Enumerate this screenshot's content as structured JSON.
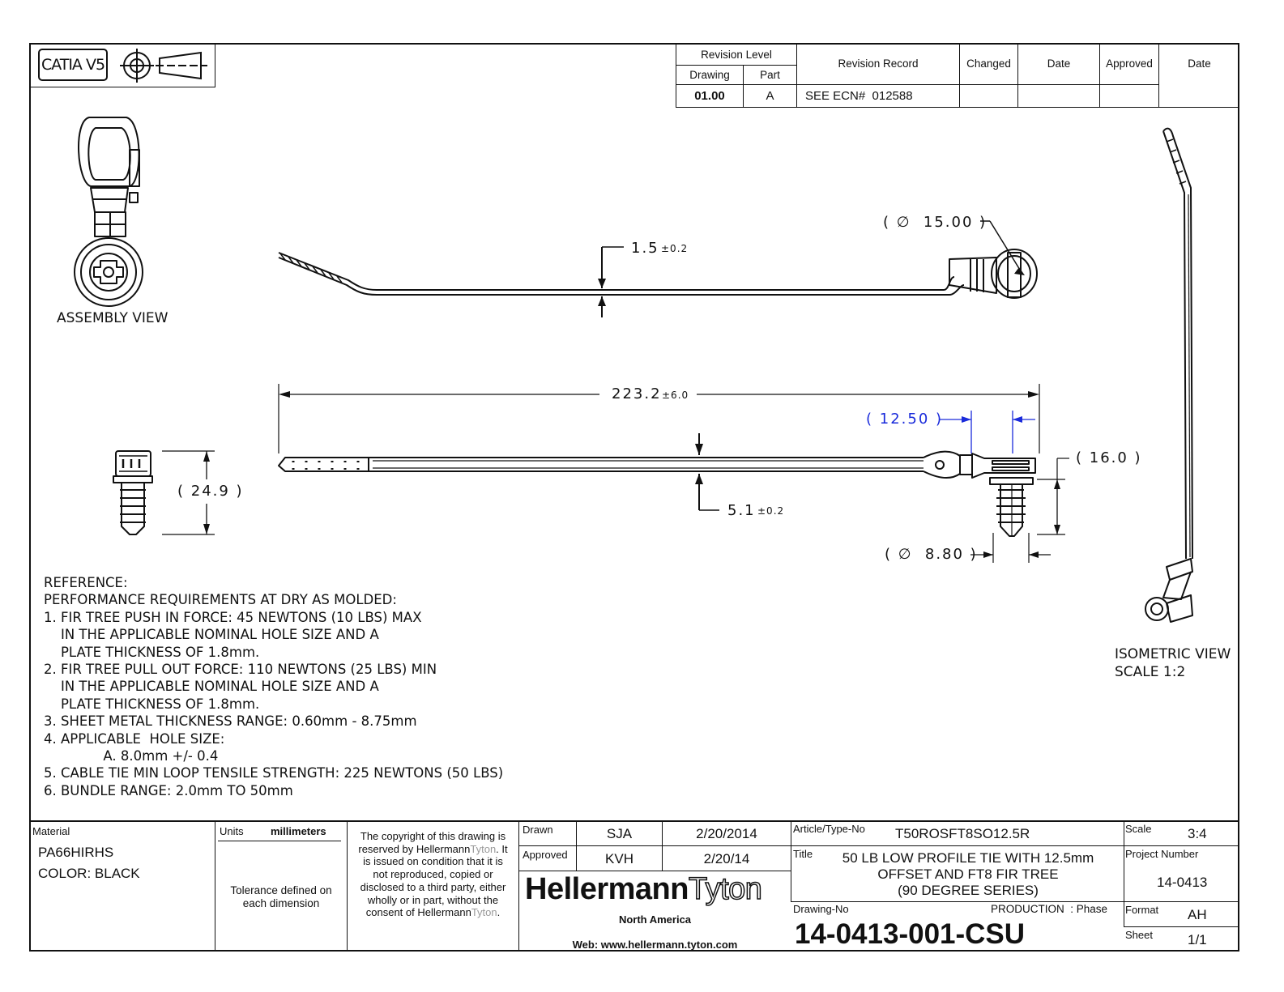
{
  "header": {
    "software": "CATIA V5"
  },
  "revision": {
    "level_label": "Revision Level",
    "drawing_label": "Drawing",
    "part_label": "Part",
    "record_label": "Revision Record",
    "changed_label": "Changed",
    "date_label": "Date",
    "approved_label": "Approved",
    "date2_label": "Date",
    "drawing_value": "01.00",
    "part_value": "A",
    "record_value": "SEE ECN#  012588"
  },
  "views": {
    "assembly": "ASSEMBLY VIEW",
    "isometric": "ISOMETRIC VIEW",
    "isometric_scale": "SCALE 1:2"
  },
  "dimensions": {
    "thickness": "1.5",
    "thickness_tol": "±0.2",
    "loop_diameter": "( ∅  15.00 )",
    "length": "223.2",
    "length_tol": "±6.0",
    "offset": "( 12.50 )",
    "height_right": "( 16.0 )",
    "width": "5.1",
    "width_tol": "±0.2",
    "fir_diameter": "( ∅  8.80 )",
    "fir_height": "( 24.9 )"
  },
  "notes": [
    "REFERENCE:",
    "PERFORMANCE REQUIREMENTS AT DRY AS MOLDED:",
    "1. FIR TREE PUSH IN FORCE: 45 NEWTONS (10 LBS) MAX",
    "    IN THE APPLICABLE NOMINAL HOLE SIZE AND A",
    "    PLATE THICKNESS OF 1.8mm.",
    "2. FIR TREE PULL OUT FORCE: 110 NEWTONS (25 LBS) MIN",
    "    IN THE APPLICABLE NOMINAL HOLE SIZE AND A",
    "    PLATE THICKNESS OF 1.8mm.",
    "3. SHEET METAL THICKNESS RANGE: 0.60mm - 8.75mm",
    "4. APPLICABLE  HOLE SIZE:",
    "              A. 8.0mm +/- 0.4",
    "5. CABLE TIE MIN LOOP TENSILE STRENGTH: 225 NEWTONS (50 LBS)",
    "6. BUNDLE RANGE: 2.0mm TO 50mm"
  ],
  "title_block": {
    "material_label": "Material",
    "material": "PA66HIRHS",
    "color": "COLOR: BLACK",
    "units_label": "Units",
    "units": "millimeters",
    "tolerance": "Tolerance defined on each dimension",
    "copyright_pre": "The copyright of this drawing is reserved by Hellermann",
    "copyright_brand": "Tyton",
    "copyright_mid": ".  It is issued on condition that it is not reproduced, copied or disclosed to a third party, either wholly or in part, without the consent of Hellermann",
    "copyright_brand2": "Tyton",
    "copyright_end": ".",
    "drawn_label": "Drawn",
    "drawn_by": "SJA",
    "drawn_date": "2/20/2014",
    "approved_label": "Approved",
    "approved_by": "KVH",
    "approved_date": "2/20/14",
    "logo_hellermann": "Hellermann",
    "logo_tyton": "Tyton",
    "region": "North America",
    "web": "Web: www.hellermann.tyton.com",
    "article_label": "Article/Type-No",
    "article": "T50ROSFT8SO12.5R",
    "title_label": "Title",
    "title_line1": "50 LB LOW PROFILE TIE WITH 12.5mm",
    "title_line2": "OFFSET AND FT8 FIR TREE",
    "title_line3": "(90 DEGREE SERIES)",
    "drawing_no_label": "Drawing-No",
    "phase": "PRODUCTION  : Phase",
    "drawing_no": "14-0413-001-CSU",
    "scale_label": "Scale",
    "scale": "3:4",
    "project_label": "Project Number",
    "project": "14-0413",
    "format_label": "Format",
    "format": "AH",
    "sheet_label": "Sheet",
    "sheet": "1/1"
  }
}
